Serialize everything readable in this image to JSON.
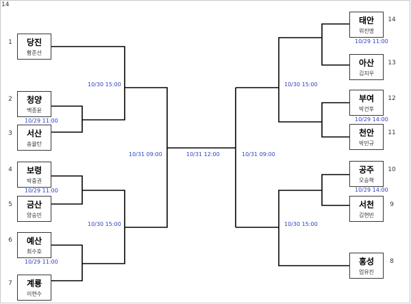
{
  "corner_label": "14",
  "left_teams": [
    {
      "seed": "1",
      "name": "당진",
      "player": "황준선"
    },
    {
      "seed": "2",
      "name": "청양",
      "player": "백종윤"
    },
    {
      "seed": "3",
      "name": "서산",
      "player": "송율탄"
    },
    {
      "seed": "4",
      "name": "보령",
      "player": "박중권"
    },
    {
      "seed": "5",
      "name": "금산",
      "player": "양승민"
    },
    {
      "seed": "6",
      "name": "예산",
      "player": "최수호"
    },
    {
      "seed": "7",
      "name": "계룡",
      "player": "이현수"
    }
  ],
  "right_teams": [
    {
      "seed": "14",
      "name": "태안",
      "player": "위진명"
    },
    {
      "seed": "13",
      "name": "아산",
      "player": "김지우"
    },
    {
      "seed": "12",
      "name": "부여",
      "player": "박건후"
    },
    {
      "seed": "11",
      "name": "천안",
      "player": "박민규"
    },
    {
      "seed": "10",
      "name": "공주",
      "player": "오승혁"
    },
    {
      "seed": "9",
      "name": "서천",
      "player": "김현빈"
    },
    {
      "seed": "8",
      "name": "홍성",
      "player": "엄유진"
    }
  ],
  "times": {
    "l_23": "10/29 11:00",
    "l_45": "10/29 11:00",
    "l_67": "10/29 11:00",
    "l_qf_top": "10/30 15:00",
    "l_qf_bot": "10/30 15:00",
    "l_sf": "10/31 09:00",
    "final": "10/31 12:00",
    "r_sf": "10/31 09:00",
    "r_qf_top": "10/30 15:00",
    "r_qf_bot": "10/30 15:00",
    "r_1413": "10/29 11:00",
    "r_1211": "10/29 14:00",
    "r_109": "10/29 14:00"
  }
}
